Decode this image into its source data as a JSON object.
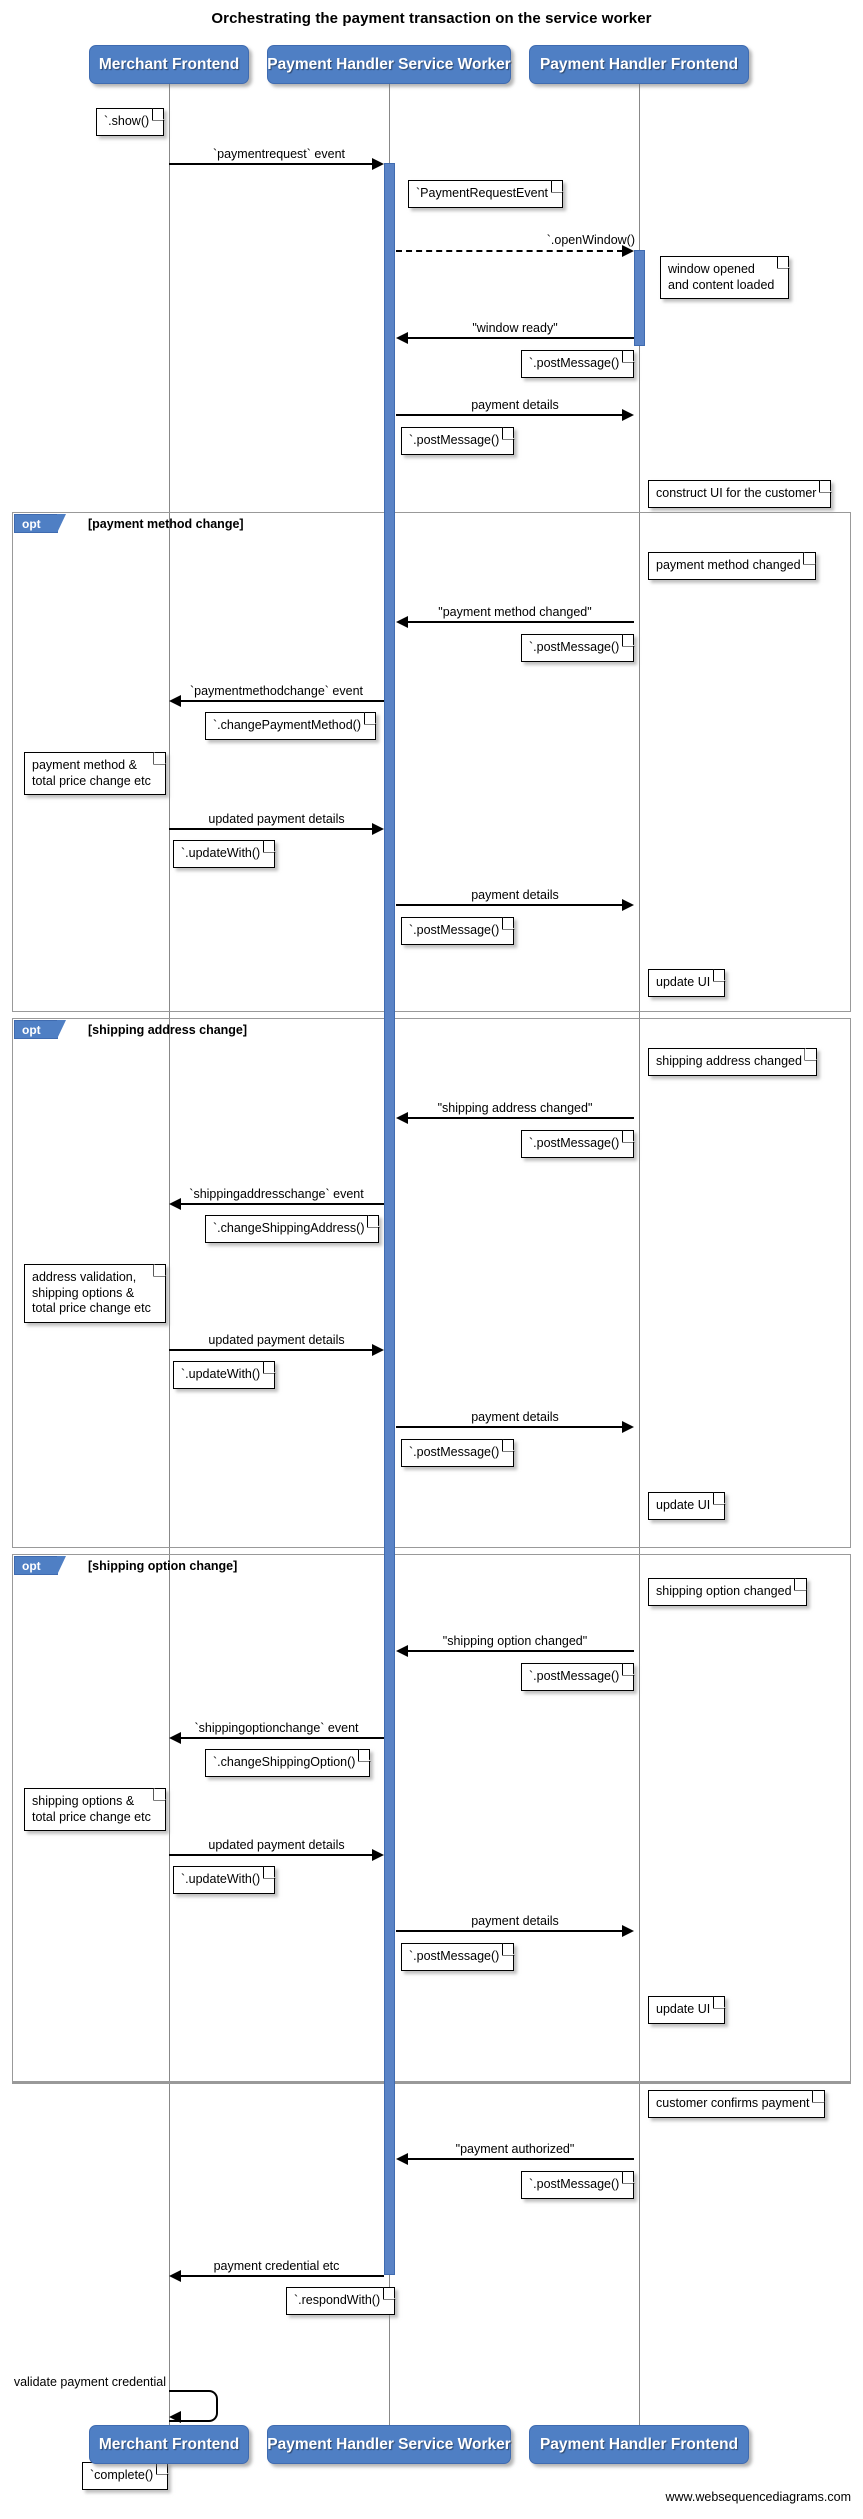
{
  "title": "Orchestrating the payment transaction on the service worker",
  "footer": {
    "url": "www.websequencediagrams.com"
  },
  "colors": {
    "actor_fill": "#4f7fc4",
    "activation_fill": "#5a83c6",
    "frame_border": "#999999",
    "lifeline": "#888888",
    "note_fill": "#ffffff"
  },
  "actors": [
    {
      "id": "merchant",
      "label": "Merchant Frontend"
    },
    {
      "id": "sw",
      "label": "Payment Handler Service Worker"
    },
    {
      "id": "frontend",
      "label": "Payment Handler Frontend"
    }
  ],
  "actors_bottom": [
    {
      "id": "merchant",
      "label": "Merchant Frontend"
    },
    {
      "id": "sw",
      "label": "Payment Handler Service Worker"
    },
    {
      "id": "frontend",
      "label": "Payment Handler Frontend"
    }
  ],
  "fragments": [
    {
      "id": "opt1",
      "tag": "opt",
      "condition": "[payment method change]"
    },
    {
      "id": "opt2",
      "tag": "opt",
      "condition": "[shipping address change]"
    },
    {
      "id": "opt3",
      "tag": "opt",
      "condition": "[shipping option change]"
    }
  ],
  "messages": [
    {
      "id": "m1",
      "label": "`paymentrequest` event"
    },
    {
      "id": "m2",
      "label": "`.openWindow()"
    },
    {
      "id": "m3",
      "label": "\"window ready\""
    },
    {
      "id": "m4",
      "label": "payment details"
    },
    {
      "id": "m5",
      "label": "\"payment method changed\""
    },
    {
      "id": "m6",
      "label": "`paymentmethodchange` event"
    },
    {
      "id": "m7",
      "label": "updated payment details"
    },
    {
      "id": "m8",
      "label": "payment details"
    },
    {
      "id": "m9",
      "label": "\"shipping address changed\""
    },
    {
      "id": "m10",
      "label": "`shippingaddresschange` event"
    },
    {
      "id": "m11",
      "label": "updated payment details"
    },
    {
      "id": "m12",
      "label": "payment details"
    },
    {
      "id": "m13",
      "label": "\"shipping option changed\""
    },
    {
      "id": "m14",
      "label": "`shippingoptionchange` event"
    },
    {
      "id": "m15",
      "label": "updated payment details"
    },
    {
      "id": "m16",
      "label": "payment details"
    },
    {
      "id": "m17",
      "label": "\"payment authorized\""
    },
    {
      "id": "m18",
      "label": "payment credential etc"
    },
    {
      "id": "m19",
      "label": "validate payment credential"
    }
  ],
  "notes": [
    {
      "id": "n1",
      "text": "`.show()"
    },
    {
      "id": "n2",
      "text": "`PaymentRequestEvent"
    },
    {
      "id": "n3",
      "text": "window opened\nand content loaded"
    },
    {
      "id": "n4",
      "text": "`.postMessage()"
    },
    {
      "id": "n5",
      "text": "`.postMessage()"
    },
    {
      "id": "n6",
      "text": "construct UI for the customer"
    },
    {
      "id": "n7",
      "text": "payment method changed"
    },
    {
      "id": "n8",
      "text": "`.postMessage()"
    },
    {
      "id": "n9",
      "text": "`.changePaymentMethod()"
    },
    {
      "id": "n10",
      "text": "payment method &\ntotal price change etc"
    },
    {
      "id": "n11",
      "text": "`.updateWith()"
    },
    {
      "id": "n12",
      "text": "`.postMessage()"
    },
    {
      "id": "n13",
      "text": "update UI"
    },
    {
      "id": "n14",
      "text": "shipping address changed"
    },
    {
      "id": "n15",
      "text": "`.postMessage()"
    },
    {
      "id": "n16",
      "text": "`.changeShippingAddress()"
    },
    {
      "id": "n17",
      "text": "address validation,\nshipping options &\ntotal price change etc"
    },
    {
      "id": "n18",
      "text": "`.updateWith()"
    },
    {
      "id": "n19",
      "text": "`.postMessage()"
    },
    {
      "id": "n20",
      "text": "update UI"
    },
    {
      "id": "n21",
      "text": "shipping option changed"
    },
    {
      "id": "n22",
      "text": "`.postMessage()"
    },
    {
      "id": "n23",
      "text": "`.changeShippingOption()"
    },
    {
      "id": "n24",
      "text": "shipping options &\ntotal price change etc"
    },
    {
      "id": "n25",
      "text": "`.updateWith()"
    },
    {
      "id": "n26",
      "text": "`.postMessage()"
    },
    {
      "id": "n27",
      "text": "update UI"
    },
    {
      "id": "n28",
      "text": "customer confirms payment"
    },
    {
      "id": "n29",
      "text": "`.postMessage()"
    },
    {
      "id": "n30",
      "text": "`.respondWith()"
    },
    {
      "id": "n31",
      "text": "`complete()"
    }
  ]
}
